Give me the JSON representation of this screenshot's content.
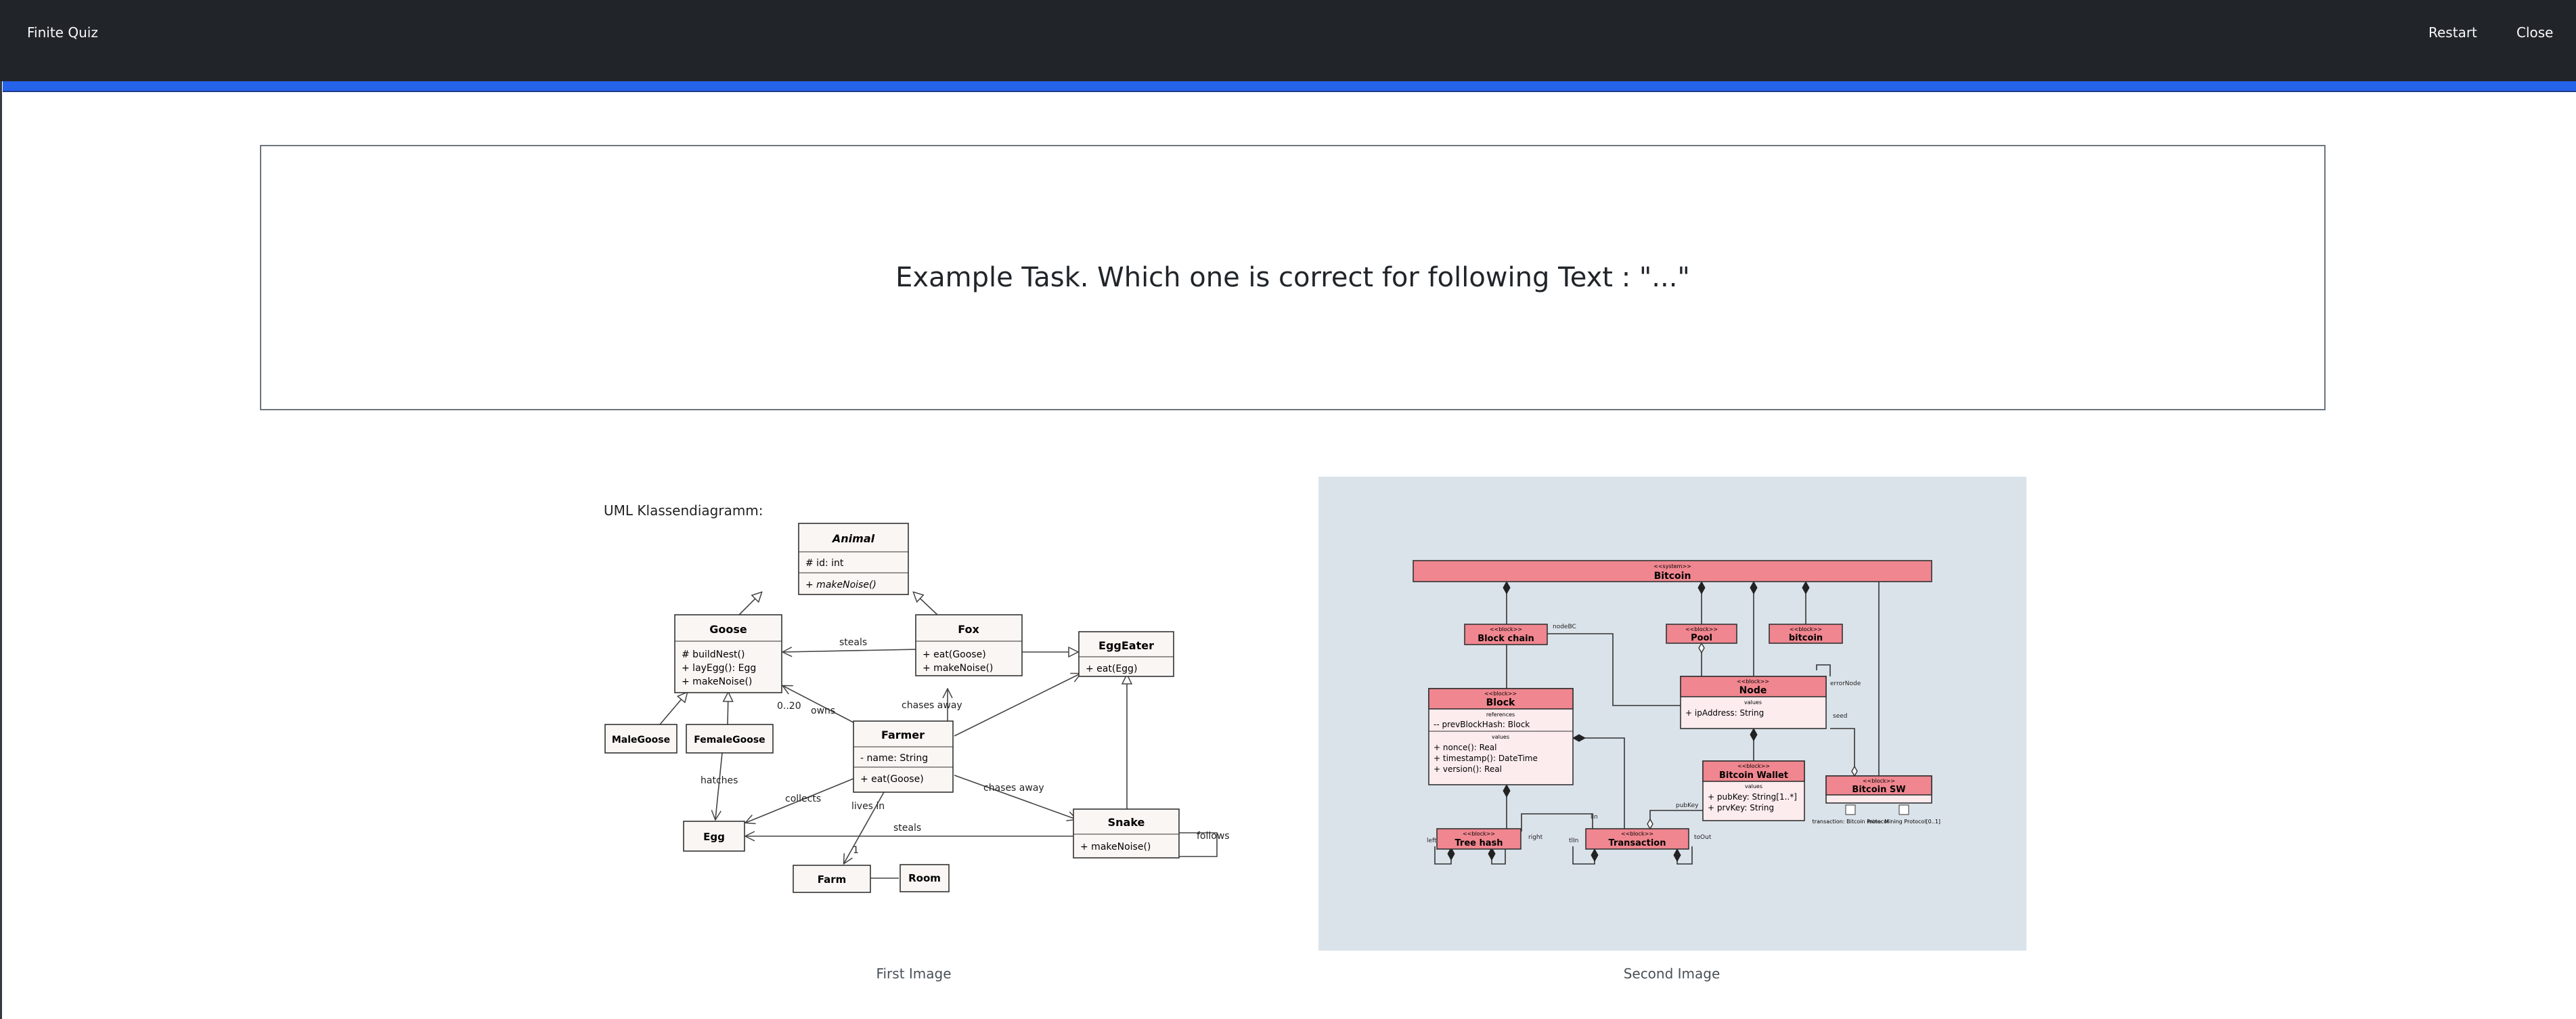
{
  "navbar": {
    "brand": "Finite Quiz",
    "restart": "Restart",
    "close": "Close"
  },
  "progress": {
    "fraction": 1.0,
    "color": "#2563eb"
  },
  "question": {
    "text": "Example Task. Which one is correct for following Text : \"...\""
  },
  "options": [
    {
      "caption": "First Image",
      "diagram": {
        "heading": "UML Klassendiagramm:",
        "classes": {
          "animal": {
            "name": "Animal",
            "attrs": [
              "#   id: int"
            ],
            "ops": [
              "+   makeNoise()"
            ]
          },
          "goose": {
            "name": "Goose",
            "attrs": [
              "#   buildNest()",
              "+   layEgg(): Egg",
              "+   makeNoise()"
            ]
          },
          "fox": {
            "name": "Fox",
            "ops": [
              "+   eat(Goose)",
              "+   makeNoise()"
            ]
          },
          "eggeater": {
            "name": "EggEater",
            "ops": [
              "+   eat(Egg)"
            ]
          },
          "farmer": {
            "name": "Farmer",
            "attrs": [
              "-   name: String"
            ],
            "ops": [
              "+   eat(Goose)"
            ]
          },
          "malegoose": {
            "name": "MaleGoose"
          },
          "femalegoose": {
            "name": "FemaleGoose"
          },
          "egg": {
            "name": "Egg"
          },
          "snake": {
            "name": "Snake",
            "ops": [
              "+   makeNoise()"
            ]
          },
          "farm": {
            "name": "Farm"
          },
          "room": {
            "name": "Room"
          }
        },
        "labels": {
          "steals1": "steals",
          "owns": "owns",
          "range": "0..20",
          "chases1": "chases away",
          "hatches": "hatches",
          "collects": "collects",
          "livesin": "lives in",
          "one": "1",
          "chases2": "chases away",
          "steals2": "steals",
          "follows": "follows"
        }
      }
    },
    {
      "caption": "Second Image",
      "diagram": {
        "bitcoin": {
          "stereo": "<<system>>",
          "name": "Bitcoin"
        },
        "blockchain": {
          "stereo": "<<block>>",
          "name": "Block chain"
        },
        "pool": {
          "stereo": "<<block>>",
          "name": "Pool"
        },
        "bitcoinbox": {
          "stereo": "<<block>>",
          "name": "bitcoin"
        },
        "node": {
          "stereo": "<<block>>",
          "name": "Node",
          "section": "values",
          "rows": [
            "+ ipAddress: String"
          ]
        },
        "block": {
          "stereo": "<<block>>",
          "name": "Block",
          "section1": "references",
          "rows1": [
            "-- prevBlockHash: Block"
          ],
          "section2": "values",
          "rows2": [
            "+ nonce(): Real",
            "+ timestamp(): DateTime",
            "+ version(): Real"
          ]
        },
        "wallet": {
          "stereo": "<<block>>",
          "name": "Bitcoin Wallet",
          "section": "values",
          "rows": [
            "+ pubKey: String[1..*]",
            "+ prvKey: String"
          ]
        },
        "sw": {
          "stereo": "<<block>>",
          "name": "Bitcoin SW",
          "port1": "transaction: Bitcoin Protocol",
          "port2": "mine: Mining Protocol[0..1]"
        },
        "treehash": {
          "stereo": "<<block>>",
          "name": "Tree hash"
        },
        "transaction": {
          "stereo": "<<block>>",
          "name": "Transaction"
        },
        "labels": {
          "nodeBC": "nodeBC",
          "errorNode": "errorNode",
          "seed": "seed",
          "pubKey": "pubKey",
          "left": "left",
          "right": "right",
          "toOut": "toOut",
          "tlIn": "tlIn",
          "lin": "lin"
        },
        "colors": {
          "block_fill": "#f0868f",
          "body_fill": "#fcecee",
          "background": "#dbe3ea"
        }
      }
    }
  ]
}
